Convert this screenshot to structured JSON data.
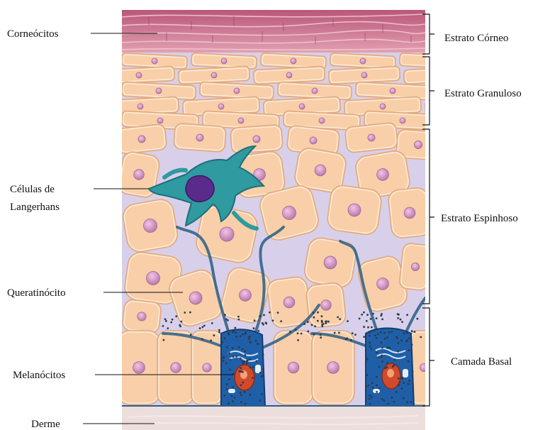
{
  "left_labels": {
    "corneocitos": "Corneócitos",
    "langerhans_line1": "Células de",
    "langerhans_line2": "Langerhans",
    "queratinocito": "Queratinócito",
    "melanocitos": "Melanócitos",
    "derme": "Derme"
  },
  "right_labels": {
    "estrato_corneo": "Estrato Córneo",
    "estrato_granuloso": "Estrato Granuloso",
    "estrato_espinhoso": "Estrato Espinhoso",
    "camada_basal": "Camada Basal"
  },
  "colors": {
    "background_matrix": "#d8d0ea",
    "keratinocyte_fill": "#f8cfa8",
    "keratinocyte_edge": "#e2a97e",
    "nucleus": "#c98bbd",
    "corneocyte": "#c9708e",
    "langerhans_cell": "#2f9aa0",
    "langerhans_nucleus": "#5b2b8c",
    "melanocyte": "#1f5fa8",
    "melanocyte_nucleus": "#d24a2b",
    "dermis": "#ecdedd"
  }
}
